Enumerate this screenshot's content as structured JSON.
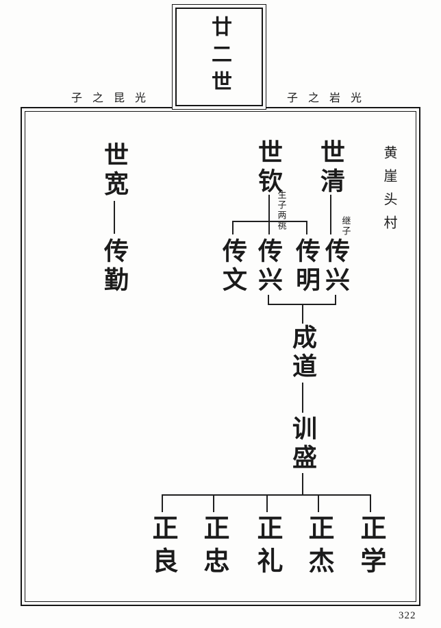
{
  "page_number": "322",
  "header": {
    "generation_title": "廿二世",
    "left_note": "子之昆光",
    "right_note": "子之岩光"
  },
  "village_label": "黄崖头村",
  "tree": {
    "branch_left": {
      "parent": "世宽",
      "child": "传勤"
    },
    "branch_middle": {
      "parent": "世钦",
      "annotation": "生子两祧",
      "children": [
        "传文",
        "传兴",
        "传明"
      ]
    },
    "branch_right": {
      "parent": "世清",
      "annotation": "继子",
      "child": "传兴"
    },
    "generation3": "成道",
    "generation4": "训盛",
    "generation5": [
      "正良",
      "正忠",
      "正礼",
      "正杰",
      "正学"
    ]
  }
}
